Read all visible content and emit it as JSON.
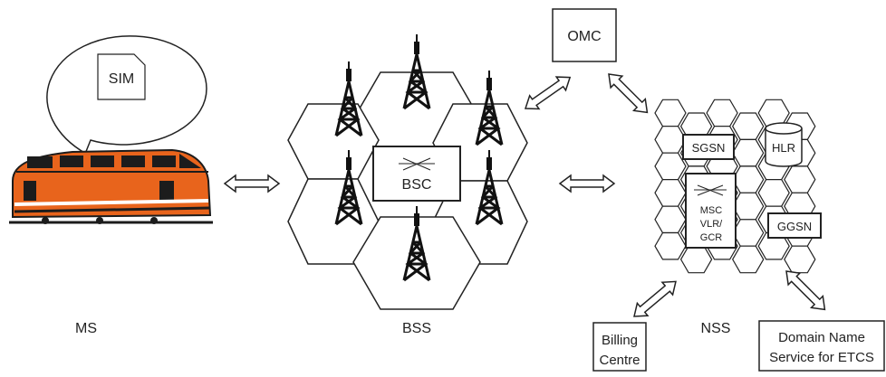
{
  "ms": {
    "sim_label": "SIM",
    "caption": "MS"
  },
  "bss": {
    "bsc_label": "BSC",
    "caption": "BSS"
  },
  "omc": {
    "label": "OMC"
  },
  "nss": {
    "caption": "NSS",
    "sgsn_label": "SGSN",
    "hlr_label": "HLR",
    "msc_lines": [
      "MSC",
      "VLR/",
      "GCR"
    ],
    "ggsn_label": "GGSN"
  },
  "billing": {
    "lines": [
      "Billing",
      "Centre"
    ]
  },
  "dns": {
    "lines": [
      "Domain Name",
      "Service for ETCS"
    ]
  },
  "colors": {
    "line": "#222222",
    "train_orange": "#e8641c",
    "train_dark": "#1c1c1c"
  }
}
